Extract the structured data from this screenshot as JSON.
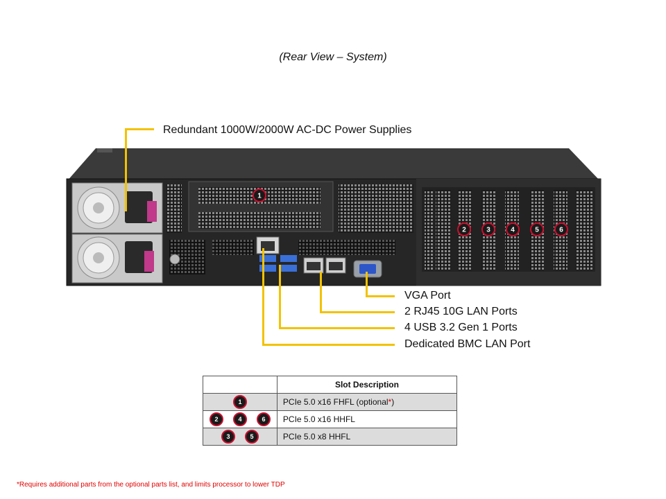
{
  "title": "(Rear View – System)",
  "callouts": {
    "power": "Redundant 1000W/2000W AC-DC Power Supplies",
    "vga": "VGA Port",
    "lan": "2 RJ45 10G LAN Ports",
    "usb": "4 USB 3.2 Gen 1 Ports",
    "bmc": "Dedicated BMC LAN Port"
  },
  "chassis_badges": [
    "1",
    "2",
    "3",
    "4",
    "5",
    "6"
  ],
  "table": {
    "header": "Slot Description",
    "rows": [
      {
        "badges": [
          "1"
        ],
        "desc_main": "PCIe 5.0 x16 FHFL (optional",
        "desc_star": "*",
        "desc_end": ")"
      },
      {
        "badges": [
          "2",
          "4",
          "6"
        ],
        "desc_main": "PCIe 5.0 x16 HHFL",
        "desc_star": "",
        "desc_end": ""
      },
      {
        "badges": [
          "3",
          "5"
        ],
        "desc_main": "PCIe 5.0 x8 HHFL",
        "desc_star": "",
        "desc_end": ""
      }
    ]
  },
  "footnote": "*Requires additional parts from the optional parts list, and limits processor to lower TDP",
  "colors": {
    "leader": "#f2c200",
    "badge_ring": "#c8102e",
    "footnote": "#e00000"
  }
}
